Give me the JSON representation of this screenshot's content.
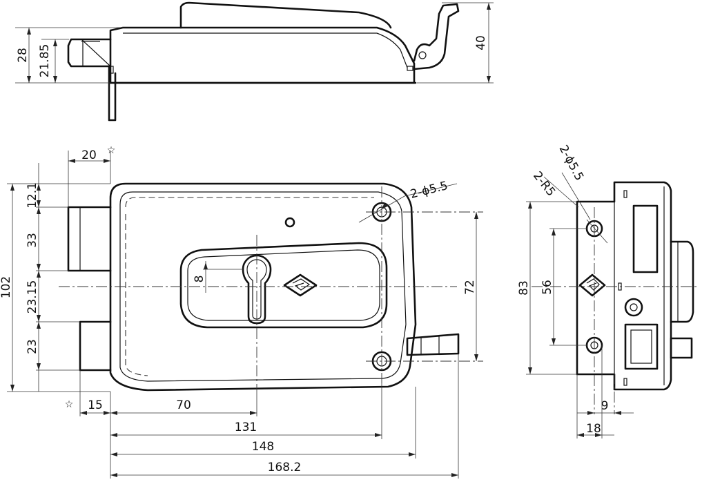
{
  "colors": {
    "background": "#ffffff",
    "line": "#111111"
  },
  "top_view": {
    "dims": {
      "d28": "28",
      "d21_85": "21.85",
      "d40": "40"
    }
  },
  "front_view": {
    "dims": {
      "d20": "20",
      "d12_1": "12.1",
      "d33": "33",
      "d102": "102",
      "d23_15": "23.15",
      "d23": "23",
      "d8": "8",
      "d72": "72",
      "d15": "15",
      "d70": "70",
      "d131": "131",
      "d148": "148",
      "d168_2": "168.2"
    },
    "hole_note": "2-ϕ5.5",
    "star_mark": "☆",
    "logo_icon": "diamond-logo-icon"
  },
  "side_view": {
    "dims": {
      "d83": "83",
      "d56": "56",
      "d9": "9",
      "d18": "18"
    },
    "hole_note": "2-ϕ5.5",
    "radius_note": "2-R5"
  }
}
